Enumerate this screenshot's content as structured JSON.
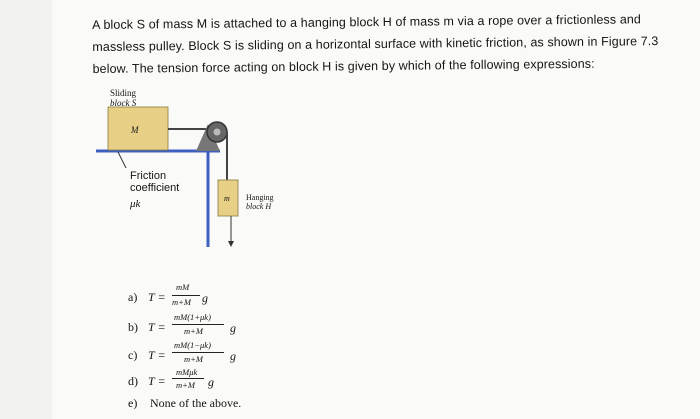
{
  "question": {
    "lines": [
      "A block S of mass M is attached to a hanging block H of mass m via a rope over a frictionless and",
      "massless pulley.  Block S is sliding on a horizontal surface with kinetic friction, as shown in Figure 7.3",
      "below.  The tension force acting on block H is given by which of the following expressions:"
    ]
  },
  "figure": {
    "sliding_label_1": "Sliding",
    "sliding_label_2": "block S",
    "block_s_mass": "M",
    "friction_1": "Friction",
    "friction_2": "coefficient",
    "friction_symbol": "μk",
    "block_h_mass": "m",
    "hanging_1": "Hanging",
    "hanging_2": "block H",
    "colors": {
      "block": "#e7cf86",
      "surface": "#3d5fbf",
      "rope": "#444444",
      "pulley": "#555555"
    }
  },
  "options": {
    "a": {
      "label": "a)",
      "lhs": "T =",
      "num": "mM",
      "den": "m+M",
      "g": "g"
    },
    "b": {
      "label": "b)",
      "lhs": "T =",
      "num": "mM(1+μk)",
      "den": "m+M",
      "g": "g"
    },
    "c": {
      "label": "c)",
      "lhs": "T =",
      "num": "mM(1−μk)",
      "den": "m+M",
      "g": "g"
    },
    "d": {
      "label": "d)",
      "lhs": "T =",
      "num": "mMμk",
      "den": "m+M",
      "g": "g"
    },
    "e": {
      "label": "e)",
      "text": "None of the above."
    }
  }
}
